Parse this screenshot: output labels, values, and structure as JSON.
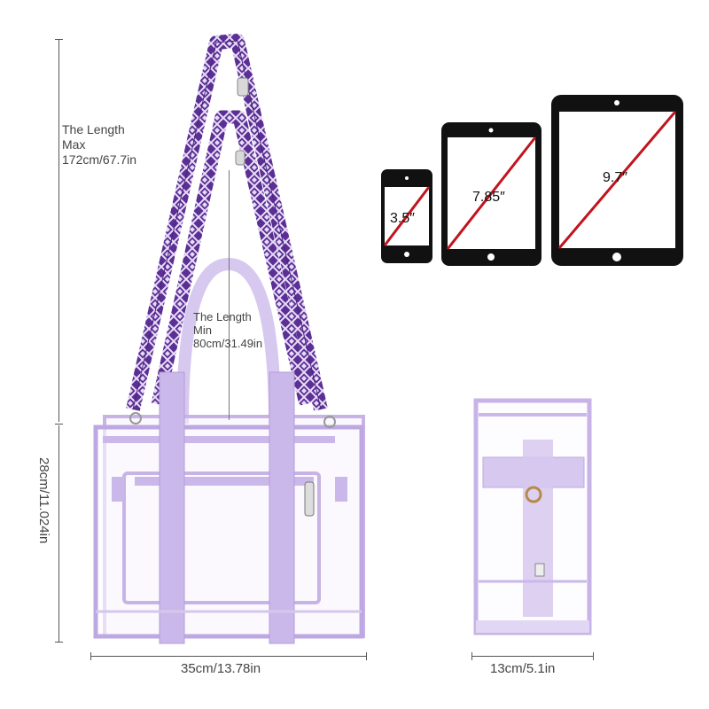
{
  "dimensions": {
    "max_strap": {
      "line1": "The Length",
      "line2": "Max",
      "line3": "172cm/67.7in"
    },
    "min_strap": {
      "line1": "The Length",
      "line2": "Min",
      "line3": "80cm/31.49in"
    },
    "height": "28cm/11.024in",
    "width": "35cm/13.78in",
    "depth": "13cm/5.1in"
  },
  "devices": [
    {
      "name": "phone",
      "label": "3.5″"
    },
    {
      "name": "tablet-small",
      "label": "7.85″"
    },
    {
      "name": "tablet-large",
      "label": "9.7″"
    }
  ],
  "colors": {
    "lavender": "#c7b3e6",
    "lavender_dark": "#a58fd0",
    "strap_purple": "#6a3fa0",
    "device_black": "#111111",
    "diagonal_red": "#c0141e"
  }
}
